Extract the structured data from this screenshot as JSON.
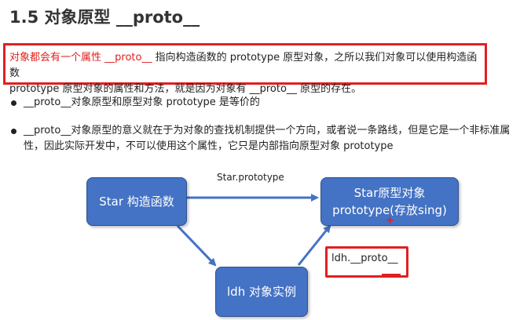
{
  "heading": "1.5 对象原型 __proto__",
  "note": {
    "line1_red": "对象都会有一个属性 __proto__",
    "line1_rest": " 指向构造函数的 prototype 原型对象，之所以我们对象可以使用构造函数",
    "line2": "prototype 原型对象的属性和方法，就是因为对象有 __proto__ 原型的存在。"
  },
  "bullets": [
    "__proto__对象原型和原型对象 prototype 是等价的",
    "__proto__对象原型的意义就在于为对象的查找机制提供一个方向，或者说一条路线，但是它是一个非标准属性，因此实际开发中，不可以使用这个属性，它只是内部指向原型对象 prototype"
  ],
  "diagram": {
    "constructor_node": "Star 构造函数",
    "prototype_node_line1": "Star原型对象",
    "prototype_node_line2": "prototype(存放sing)",
    "instance_node": "ldh 对象实例",
    "edge_label": "Star.prototype",
    "proto_label": "ldh.__proto__",
    "plus_mark": "+",
    "node_color": "#4472c4",
    "highlight_color": "#e02020"
  }
}
